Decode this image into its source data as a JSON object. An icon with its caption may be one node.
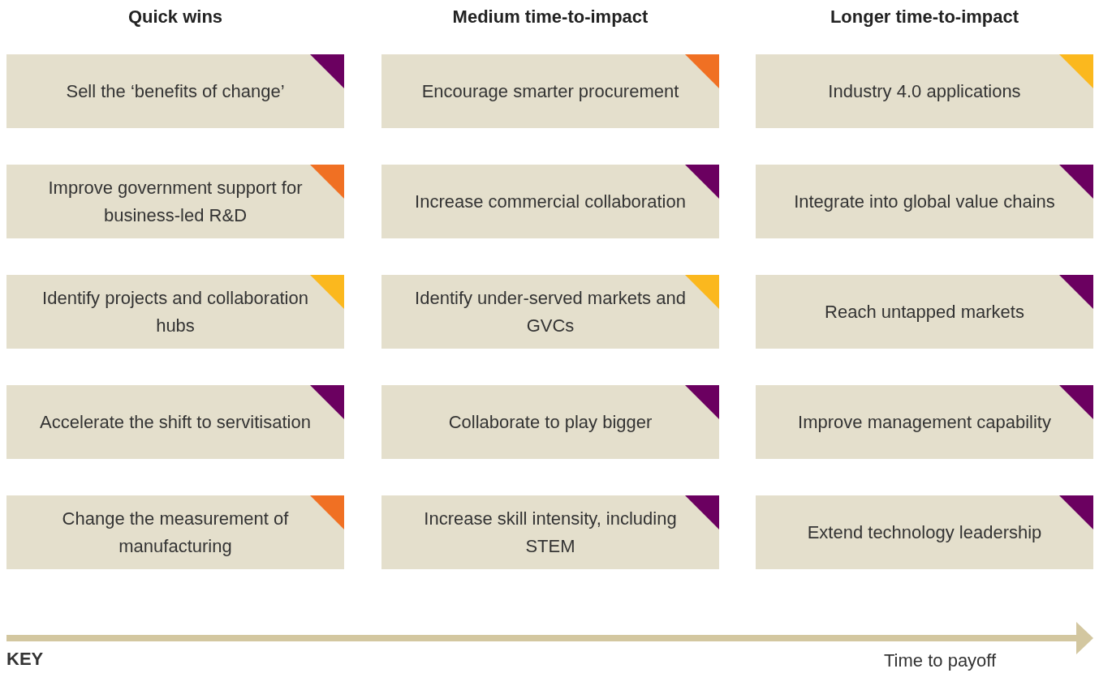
{
  "diagram": {
    "nodes": [
      {
        "text": [
          "Sell the ‘benefits of change’"
        ]
      },
      {
        "text": [
          "Improve government support for business-led R&D"
        ]
      },
      {
        "text": [
          "Identify projects and collaboration hubs"
        ]
      },
      {
        "text": [
          "Accelerate the shift to servitisation"
        ]
      },
      {
        "text": [
          "Change the measurement of manufacturing"
        ]
      },
      {
        "text": [
          "Encourage smarter procurement"
        ]
      },
      {
        "text": [
          "Increase commercial collaboration"
        ]
      },
      {
        "text": [
          "Identify under-served markets and GVCs"
        ]
      },
      {
        "text": [
          "Collaborate to play bigger"
        ]
      },
      {
        "text": [
          "Increase skill intensity, including STEM"
        ]
      },
      {
        "text": [
          "Industry 4.0 applications"
        ]
      },
      {
        "text": [
          "Integrate into global value chains"
        ]
      },
      {
        "text": [
          "Reach untapped markets"
        ]
      },
      {
        "text": [
          "Improve management capability"
        ]
      },
      {
        "text": [
          "Extend technology leadership"
        ]
      }
    ],
    "edges": [],
    "labels": [
      "Quick wins",
      "Medium time-to-impact",
      "Longer time-to-impact",
      "Time to payoff",
      "KEY"
    ]
  }
}
